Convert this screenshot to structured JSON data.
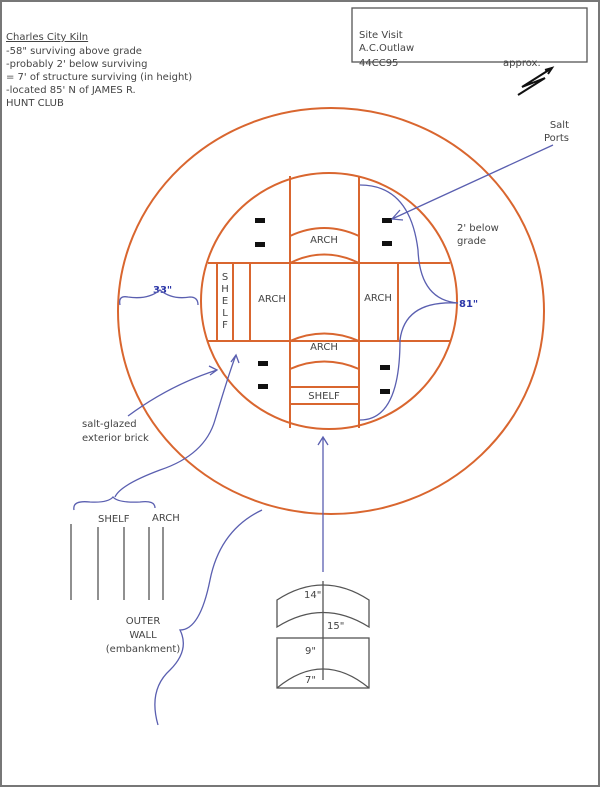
{
  "notes": {
    "title": "Charles City Kiln",
    "lines": [
      "-58\" surviving above grade",
      "-probably 2' below surviving",
      "= 7' of structure surviving (in height)",
      "-located 85' N of JAMES R.",
      "HUNT CLUB"
    ]
  },
  "title_box": {
    "line1": "Site Visit",
    "line2": "A.C.Outlaw",
    "site_number": "44CC95",
    "north_note": "approx.",
    "north_symbol": "N"
  },
  "labels": {
    "salt_ports_1": "Salt",
    "salt_ports_2": "Ports",
    "below_grade_1": "2' below",
    "below_grade_2": "grade",
    "dim_left": "33\"",
    "dim_right": "81\"",
    "arch_top": "ARCH",
    "arch_left": "ARCH",
    "arch_right": "ARCH",
    "arch_bottom": "ARCH",
    "shelf_left": [
      "S",
      "H",
      "E",
      "L",
      "F"
    ],
    "shelf_bottom": "SHELF",
    "salt_glazed_1": "salt-glazed",
    "salt_glazed_2": "exterior brick",
    "section_shelf": "SHELF",
    "section_arch": "ARCH",
    "outer_wall_1": "OUTER",
    "outer_wall_2": "WALL",
    "outer_wall_3": "(embankment)",
    "dim_14": "14\"",
    "dim_15": "15\"",
    "dim_9": "9\"",
    "dim_7": "7\""
  },
  "colors": {
    "kiln": "#d9662f",
    "annotation": "#5a5fb0",
    "dimension": "#2b36a8"
  }
}
